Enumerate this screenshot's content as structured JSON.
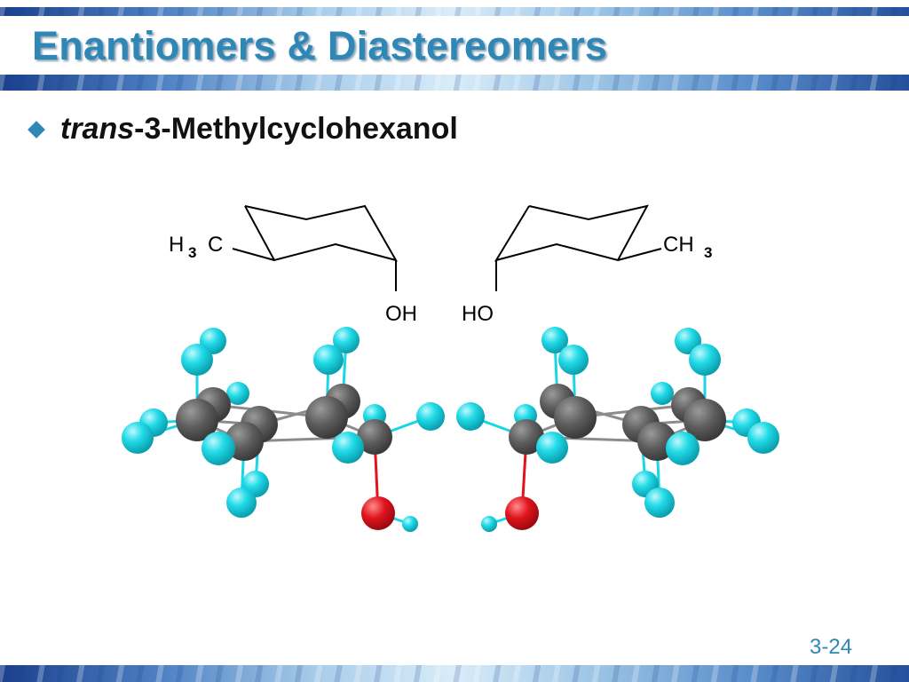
{
  "slide": {
    "title": "Enantiomers & Diastereomers",
    "bullet": {
      "italic": "trans",
      "rest": "-3-Methylcyclohexanol"
    },
    "page_number": "3-24"
  },
  "left_structure": {
    "methyl": {
      "main": "H",
      "sub": "3",
      "main2": "C"
    },
    "hydroxyl": "OH"
  },
  "right_structure": {
    "methyl": {
      "main": "CH",
      "sub": "3"
    },
    "hydroxyl": "HO"
  },
  "colors": {
    "title": "#2f87b5",
    "carbon": "#5a5a5a",
    "hydrogen": "#19d6e4",
    "oxygen": "#e0141e",
    "bond": "#8c8c8c"
  }
}
